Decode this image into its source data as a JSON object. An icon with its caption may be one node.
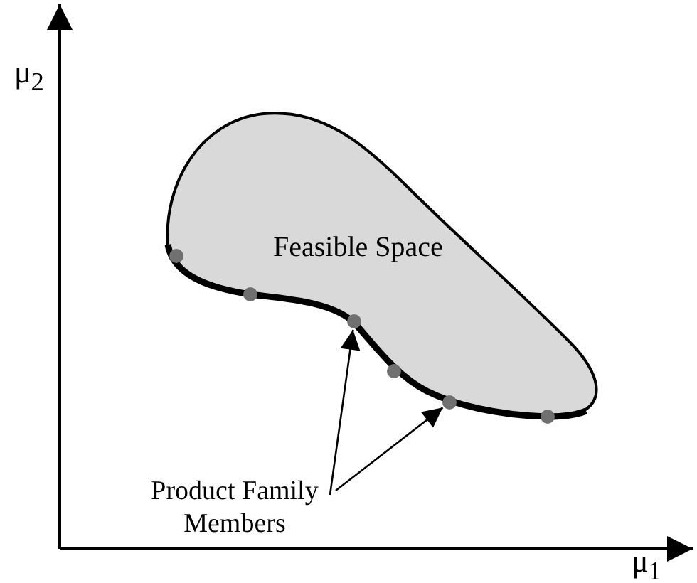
{
  "diagram": {
    "nodes": [
      {
        "text": [
          "Feasible Space"
        ]
      },
      {
        "text": [
          "Product Family Members"
        ]
      },
      {
        "text": [],
        "shape": "circle",
        "in": 0
      },
      {
        "text": [],
        "shape": "circle",
        "in": 0
      },
      {
        "text": [],
        "shape": "circle",
        "in": 0
      },
      {
        "text": [],
        "shape": "circle",
        "in": 0
      },
      {
        "text": [],
        "shape": "circle",
        "in": 0
      },
      {
        "text": [],
        "shape": "circle",
        "in": 0
      }
    ],
    "edges": [
      {
        "from": 1,
        "to": 4,
        "arrow": "to"
      },
      {
        "from": 1,
        "to": 6,
        "arrow": "to"
      }
    ],
    "labels": [
      "μ$_{2}$",
      "μ$_{1}$"
    ]
  }
}
